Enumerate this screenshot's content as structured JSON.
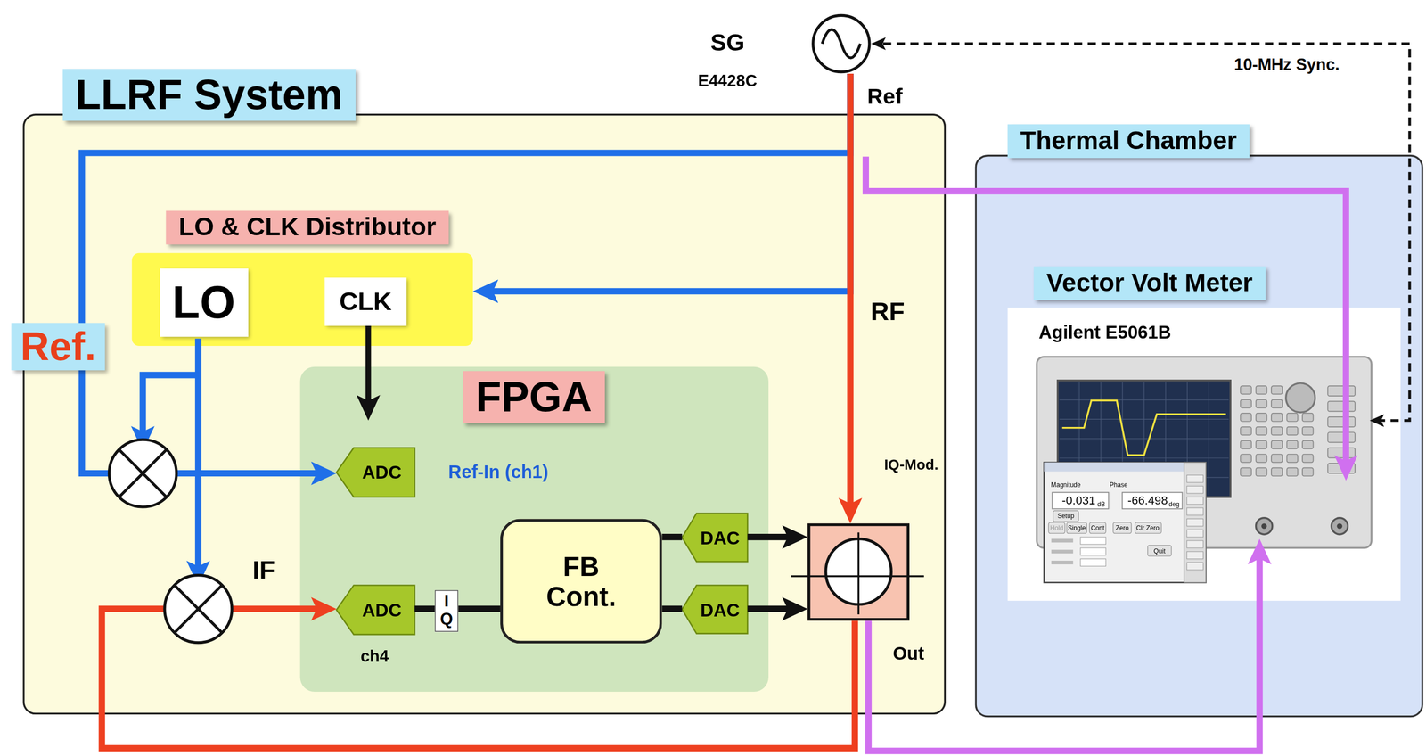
{
  "diagram": {
    "nodes": [
      {
        "text": [
          "SG",
          "E4428C"
        ]
      },
      {
        "text": [
          "LLRF System"
        ]
      },
      {
        "text": [
          "LO & CLK Distributor"
        ],
        "in": 1
      },
      {
        "text": [
          "LO"
        ],
        "in": 2
      },
      {
        "text": [
          "CLK"
        ],
        "in": 2
      },
      {
        "text": [
          "FPGA"
        ],
        "in": 1
      },
      {
        "text": [
          "ADC"
        ],
        "in": 5
      },
      {
        "text": [
          "ADC"
        ],
        "in": 5
      },
      {
        "text": [
          "FB Cont."
        ],
        "in": 5
      },
      {
        "text": [
          "DAC"
        ],
        "in": 5
      },
      {
        "text": [
          "DAC"
        ],
        "in": 5
      },
      {
        "text": [
          "IQ-Mod."
        ],
        "in": 1
      },
      {
        "text": [
          "Ref."
        ]
      },
      {
        "text": [
          "Thermal Chamber"
        ]
      },
      {
        "text": [
          "Vector Volt Meter",
          "Agilent E5061B"
        ],
        "in": 13
      }
    ],
    "edges": [
      {
        "from": 0,
        "to": 6,
        "arrow": "to"
      },
      {
        "from": 0,
        "to": 2,
        "arrow": "to"
      },
      {
        "from": 0,
        "to": 11,
        "arrow": "to"
      },
      {
        "from": 4,
        "to": 5,
        "arrow": "to"
      },
      {
        "from": 7,
        "to": 8,
        "arrow": "none",
        "label": "I Q"
      },
      {
        "from": 8,
        "to": 9,
        "arrow": "none"
      },
      {
        "from": 8,
        "to": 10,
        "arrow": "none"
      },
      {
        "from": 9,
        "to": 11,
        "arrow": "to"
      },
      {
        "from": 10,
        "to": 11,
        "arrow": "to"
      },
      {
        "from": 11,
        "to": 7,
        "arrow": "to"
      },
      {
        "from": 0,
        "to": 14,
        "arrow": "to"
      },
      {
        "from": 11,
        "to": 14,
        "arrow": "to"
      },
      {
        "from": 14,
        "to": 0,
        "arrow": "both",
        "label": "10-MHz Sync."
      }
    ],
    "labels": [
      "Ref",
      "RF",
      "Ref-In (ch1)",
      "ch4",
      "IF",
      "Out",
      "Magnitude",
      "Phase",
      "-0.031",
      "dB",
      "-66.498",
      "deg",
      "Setup",
      "Hold",
      "Single",
      "Cont",
      "Zero",
      "Clr Zero",
      "Quit"
    ]
  }
}
